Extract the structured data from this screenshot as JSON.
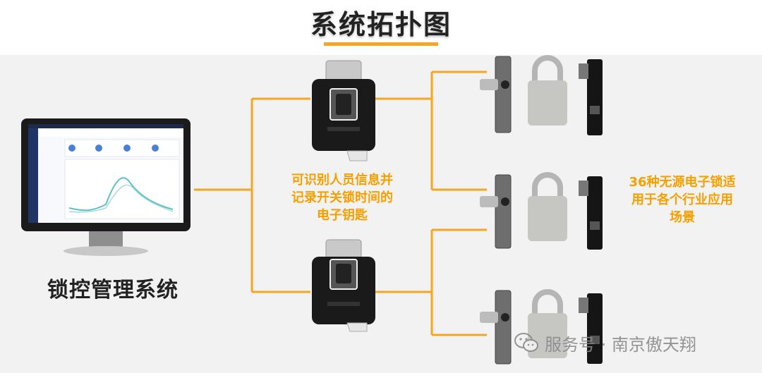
{
  "title": "系统拓扑图",
  "system_label": "锁控管理系统",
  "key_caption": [
    "可识别人员信息并",
    "记录开关锁时间的",
    "电子钥匙"
  ],
  "lock_caption": [
    "36种无源电子锁适",
    "用于各个行业应用",
    "场景"
  ],
  "watermark": "服务号 · 南京傲天翔",
  "colors": {
    "connector": "#f5a623",
    "caption": "#f5a000",
    "title_bar": "#f5a623",
    "band": "#f2f2f2"
  },
  "icons": {
    "monitor": "monitor-icon",
    "electronic_key": "electronic-key-icon",
    "cabinet_lock": "cabinet-lock-icon",
    "padlock": "padlock-icon",
    "handle_lock": "handle-lock-icon",
    "wechat": "wechat-icon"
  }
}
